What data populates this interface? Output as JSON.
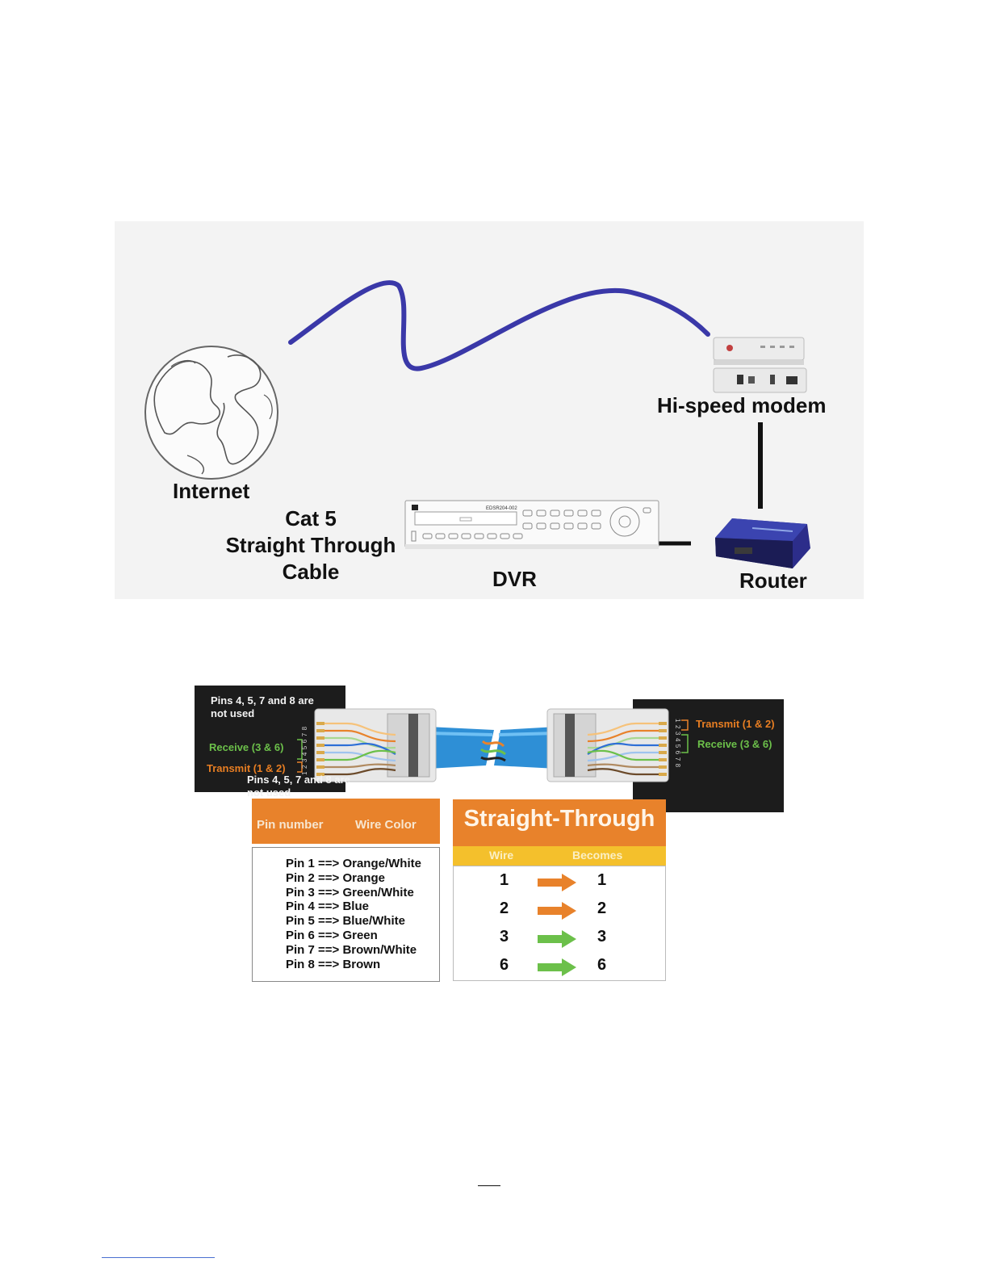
{
  "network": {
    "internet_label": "Internet",
    "modem_label": "Hi-speed modem",
    "router_label": "Router",
    "dvr_label": "DVR",
    "cable_label_lines": [
      "Cat 5",
      "Straight Through",
      "Cable"
    ],
    "dvr_model_text": "EDSR204-002",
    "cable_color": "#3a38a8"
  },
  "connector": {
    "left_note": "Pins 4, 5, 7 and 8 are not used",
    "left_receive": "Receive (3 & 6)",
    "left_transmit": "Transmit (1 & 2)",
    "right_transmit": "Transmit (1 & 2)",
    "right_receive": "Receive (3 & 6)",
    "right_note": "Pins 4, 5, 7 and 8 are not used",
    "pin_digits": "12345678"
  },
  "pin_table": {
    "header_pin_number": "Pin number",
    "header_wire_color": "Wire Color",
    "rows": [
      "Pin 1 ==> Orange/White",
      "Pin 2 ==> Orange",
      "Pin 3 ==> Green/White",
      "Pin 4 ==> Blue",
      "Pin 5 ==> Blue/White",
      "Pin 6 ==> Green",
      "Pin 7 ==> Brown/White",
      "Pin 8 ==> Brown"
    ]
  },
  "straight_through": {
    "title": "Straight-Through",
    "header_wire": "Wire",
    "header_becomes": "Becomes",
    "rows": [
      {
        "from": "1",
        "to": "1",
        "arrow_color": "#e8822b"
      },
      {
        "from": "2",
        "to": "2",
        "arrow_color": "#e8822b"
      },
      {
        "from": "3",
        "to": "3",
        "arrow_color": "#6cc04a"
      },
      {
        "from": "6",
        "to": "6",
        "arrow_color": "#6cc04a"
      }
    ]
  },
  "colors": {
    "orange": "#e8822b",
    "yellow": "#f4c02c",
    "green": "#6cc04a",
    "cable_blue": "#2e8fd6"
  }
}
